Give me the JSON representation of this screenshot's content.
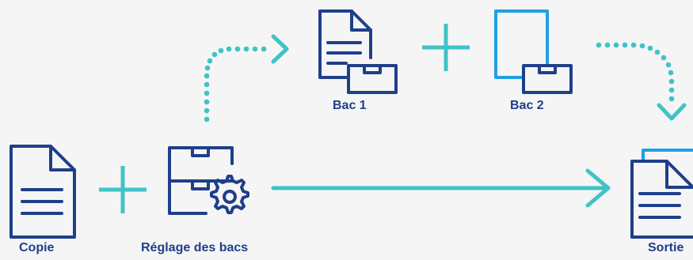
{
  "labels": {
    "copie": "Copie",
    "reglage": "Réglage des bacs",
    "bac1": "Bac 1",
    "bac2": "Bac 2",
    "sortie": "Sortie"
  },
  "colors": {
    "navy": "#1e3f8a",
    "light_blue": "#1da1e6",
    "teal": "#3fc3c6",
    "background": "#f5f5f5"
  },
  "icons": [
    "document-icon",
    "plus-icon",
    "tray-settings-icon",
    "document-tray-icon",
    "empty-tray-icon",
    "output-documents-icon",
    "arrow-icon"
  ]
}
